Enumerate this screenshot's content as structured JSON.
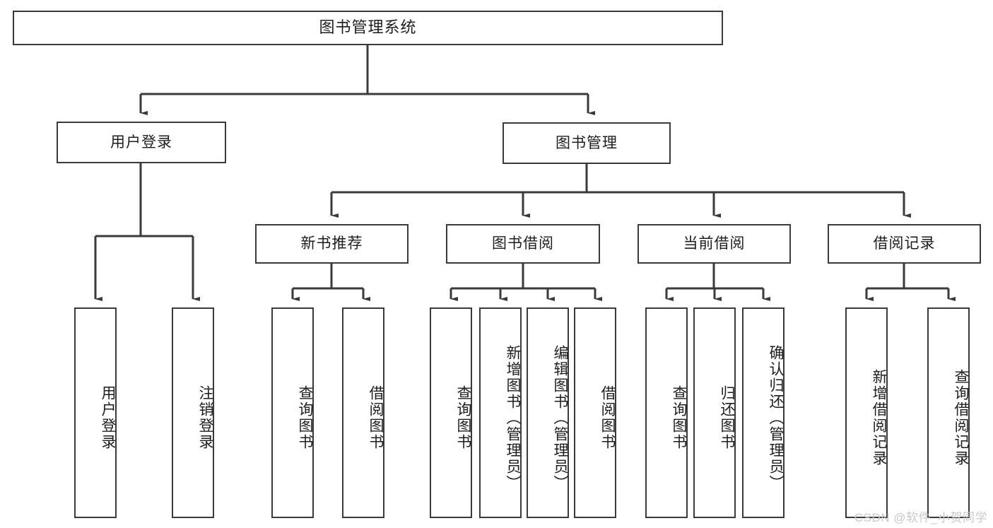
{
  "diagram": {
    "title": "图书管理系统",
    "type": "tree",
    "watermark": "CSDN @软件_小贺同学",
    "colors": {
      "stroke": "#3a3a3a",
      "fill": "#ffffff",
      "text": "#1d1d1d",
      "watermark": "#c9c9c9"
    },
    "root": {
      "label": "图书管理系统"
    },
    "level2": [
      {
        "label": "用户登录"
      },
      {
        "label": "图书管理"
      }
    ],
    "level3": [
      {
        "label": "新书推荐"
      },
      {
        "label": "图书借阅"
      },
      {
        "label": "当前借阅"
      },
      {
        "label": "借阅记录"
      }
    ],
    "leaves": {
      "user_login": [
        {
          "label": "用户登录"
        },
        {
          "label": "注销登录"
        }
      ],
      "new_book": [
        {
          "label": "查询图书"
        },
        {
          "label": "借阅图书"
        }
      ],
      "book_borrow": [
        {
          "label": "查询图书"
        },
        {
          "label": "新增图书（管理员）"
        },
        {
          "label": "编辑图书（管理员）"
        },
        {
          "label": "借阅图书"
        }
      ],
      "current_borrow": [
        {
          "label": "查询图书"
        },
        {
          "label": "归还图书"
        },
        {
          "label": "确认归还（管理员）"
        }
      ],
      "borrow_record": [
        {
          "label": "新增借阅记录"
        },
        {
          "label": "查询借阅记录"
        }
      ]
    }
  }
}
